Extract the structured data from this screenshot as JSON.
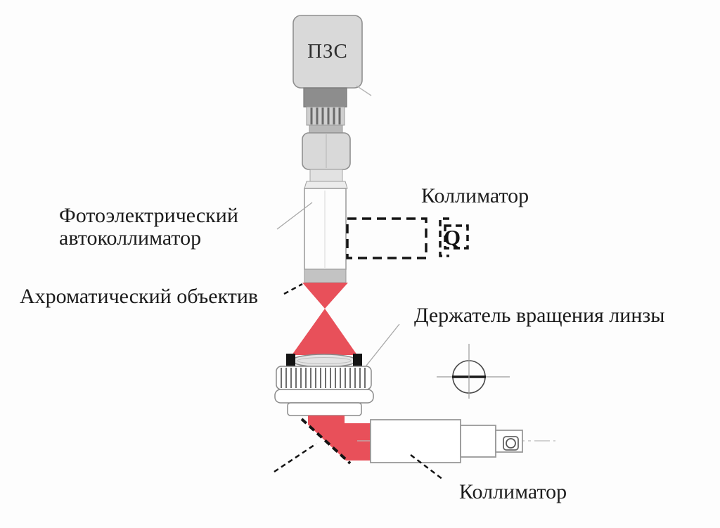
{
  "diagram": {
    "labels": {
      "ccd": "ПЗС",
      "autocollimator": "Фотоэлектрический автоколлиматор",
      "collimator_top": "Коллиматор",
      "achromatic_objective": "Ахроматический объектив",
      "lens_rotation_holder": "Держатель вращения линзы",
      "collimator_bottom": "Коллиматор",
      "q_marker": "Q"
    },
    "colors": {
      "beam": "#e8505a",
      "ink": "#141414",
      "outline": "#999999",
      "metal_light": "#d9d9d9",
      "metal_dark": "#8d8d8d",
      "label_text": "#1c1c1c",
      "background": "#fdfdfd"
    }
  }
}
